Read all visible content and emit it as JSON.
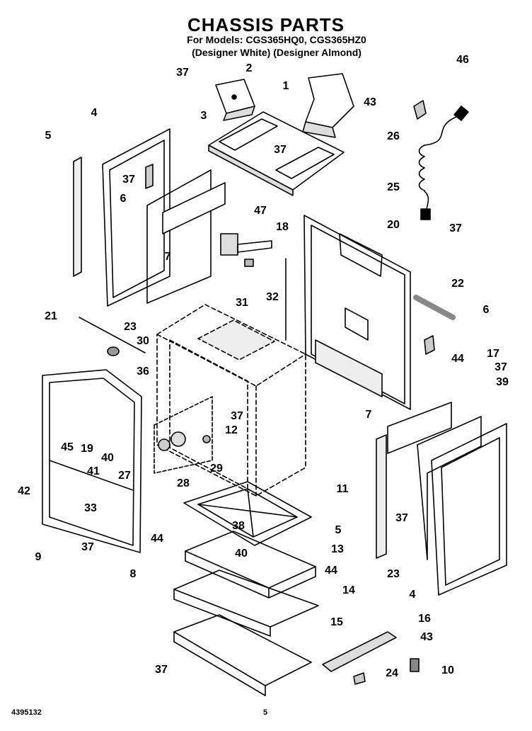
{
  "title": "CHASSIS PARTS",
  "models_line": "For Models: CGS365HQ0, CGS365HZ0",
  "colors_line": "(Designer White)   (Designer Almond)",
  "doc_number": "4395132",
  "page_number": "5",
  "callouts": [
    {
      "id": "c1",
      "text": "37"
    },
    {
      "id": "c2",
      "text": "2"
    },
    {
      "id": "c3",
      "text": "1"
    },
    {
      "id": "c4",
      "text": "43"
    },
    {
      "id": "c5",
      "text": "46"
    },
    {
      "id": "c6",
      "text": "3"
    },
    {
      "id": "c7",
      "text": "4"
    },
    {
      "id": "c8",
      "text": "5"
    },
    {
      "id": "c9",
      "text": "37"
    },
    {
      "id": "c10",
      "text": "26"
    },
    {
      "id": "c11",
      "text": "37"
    },
    {
      "id": "c12",
      "text": "6"
    },
    {
      "id": "c13",
      "text": "25"
    },
    {
      "id": "c14",
      "text": "47"
    },
    {
      "id": "c15",
      "text": "18"
    },
    {
      "id": "c16",
      "text": "20"
    },
    {
      "id": "c17",
      "text": "37"
    },
    {
      "id": "c18",
      "text": "7"
    },
    {
      "id": "c19",
      "text": "32"
    },
    {
      "id": "c20",
      "text": "31"
    },
    {
      "id": "c21",
      "text": "22"
    },
    {
      "id": "c22",
      "text": "21"
    },
    {
      "id": "c23",
      "text": "23"
    },
    {
      "id": "c24",
      "text": "6"
    },
    {
      "id": "c25",
      "text": "30"
    },
    {
      "id": "c26",
      "text": "36"
    },
    {
      "id": "c27",
      "text": "44"
    },
    {
      "id": "c28",
      "text": "17"
    },
    {
      "id": "c29",
      "text": "37"
    },
    {
      "id": "c30",
      "text": "39"
    },
    {
      "id": "c31",
      "text": "37"
    },
    {
      "id": "c32",
      "text": "45"
    },
    {
      "id": "c33",
      "text": "19"
    },
    {
      "id": "c34",
      "text": "40"
    },
    {
      "id": "c35",
      "text": "27"
    },
    {
      "id": "c36",
      "text": "12"
    },
    {
      "id": "c37",
      "text": "7"
    },
    {
      "id": "c38",
      "text": "29"
    },
    {
      "id": "c39",
      "text": "41"
    },
    {
      "id": "c40",
      "text": "28"
    },
    {
      "id": "c41",
      "text": "37"
    },
    {
      "id": "c42",
      "text": "42"
    },
    {
      "id": "c43",
      "text": "33"
    },
    {
      "id": "c44",
      "text": "11"
    },
    {
      "id": "c45",
      "text": "5"
    },
    {
      "id": "c46",
      "text": "44"
    },
    {
      "id": "c47",
      "text": "38"
    },
    {
      "id": "c48",
      "text": "37"
    },
    {
      "id": "c49",
      "text": "9"
    },
    {
      "id": "c50",
      "text": "40"
    },
    {
      "id": "c51",
      "text": "13"
    },
    {
      "id": "c52",
      "text": "8"
    },
    {
      "id": "c53",
      "text": "23"
    },
    {
      "id": "c54",
      "text": "44"
    },
    {
      "id": "c55",
      "text": "4"
    },
    {
      "id": "c56",
      "text": "14"
    },
    {
      "id": "c57",
      "text": "16"
    },
    {
      "id": "c58",
      "text": "15"
    },
    {
      "id": "c59",
      "text": "43"
    },
    {
      "id": "c60",
      "text": "37"
    },
    {
      "id": "c61",
      "text": "24"
    },
    {
      "id": "c62",
      "text": "10"
    }
  ]
}
